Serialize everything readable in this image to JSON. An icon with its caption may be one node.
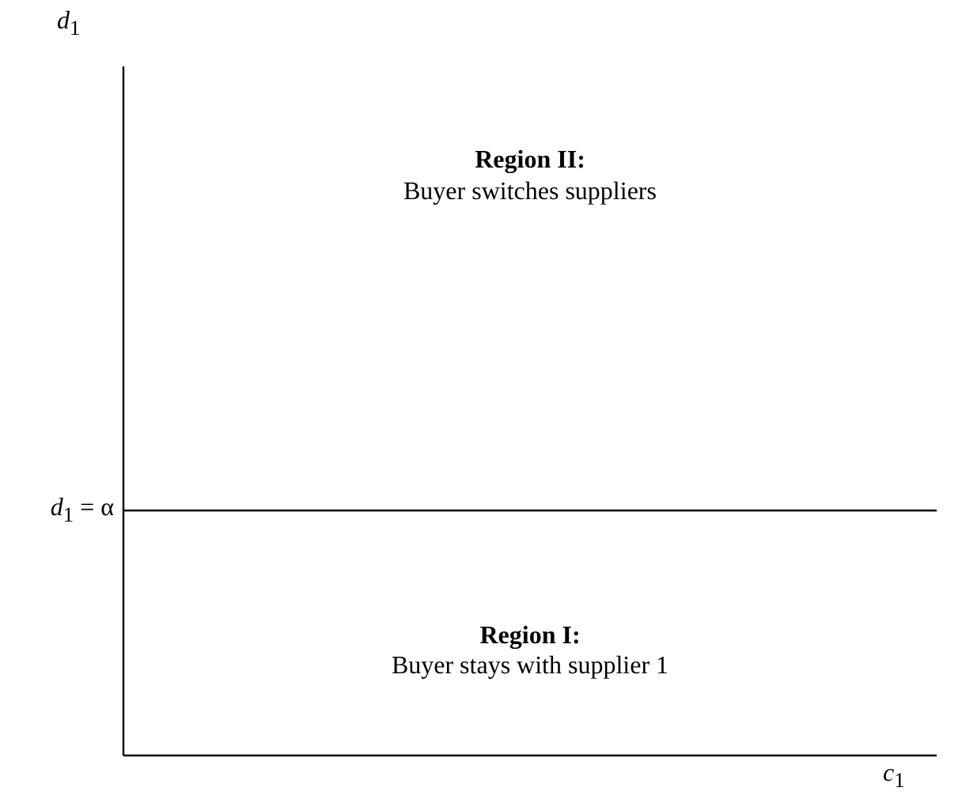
{
  "diagram": {
    "labels": [
      "*d*$_{1}$",
      "Region II:",
      "Buyer switches suppliers",
      "*d*$_{1}$ = α",
      "Region I:",
      "Buyer stays with supplier 1",
      "*c*$_{1}$"
    ]
  }
}
